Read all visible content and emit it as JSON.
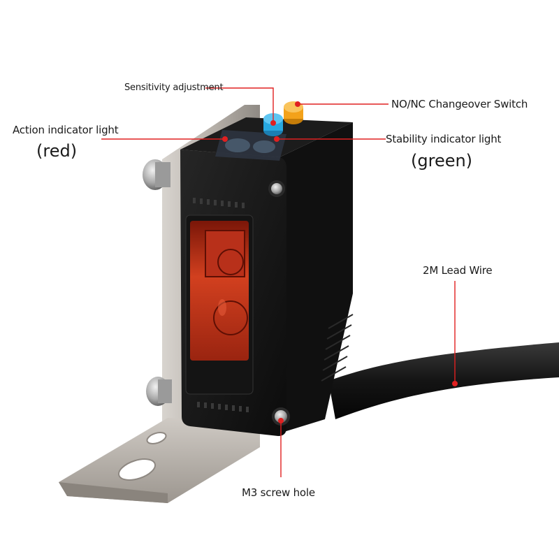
{
  "callouts": {
    "sensitivity": "Sensitivity adjustment",
    "switch": "NO/NC Changeover Switch",
    "action_light": "Action indicator light",
    "action_color": "(red)",
    "stability_light": "Stability indicator light",
    "stability_color": "(green)",
    "lead_wire": "2M Lead Wire",
    "screw_hole": "M3 screw hole"
  },
  "colors": {
    "callout_line": "#e02020",
    "sensor_body": "#161616",
    "bracket": "#b9b4ad",
    "lens": "#c8301c",
    "knob_blue": "#27a8e0",
    "knob_orange": "#f3a21a"
  }
}
